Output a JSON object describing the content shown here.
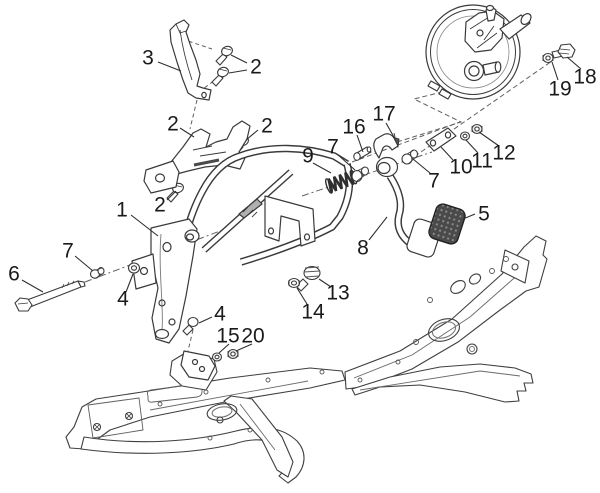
{
  "diagram": {
    "kind": "exploded-parts-diagram",
    "colors": {
      "background": "#ffffff",
      "line": "#3a3a3a",
      "label": "#1a1a1a",
      "pad_fill": "#4a4a4a"
    },
    "callouts": [
      {
        "label": "3"
      },
      {
        "label": "2"
      },
      {
        "label": "2"
      },
      {
        "label": "2"
      },
      {
        "label": "2"
      },
      {
        "label": "1"
      },
      {
        "label": "7"
      },
      {
        "label": "6"
      },
      {
        "label": "4"
      },
      {
        "label": "4"
      },
      {
        "label": "15"
      },
      {
        "label": "20"
      },
      {
        "label": "9"
      },
      {
        "label": "7"
      },
      {
        "label": "16"
      },
      {
        "label": "17"
      },
      {
        "label": "7"
      },
      {
        "label": "10"
      },
      {
        "label": "11"
      },
      {
        "label": "12"
      },
      {
        "label": "5"
      },
      {
        "label": "8"
      },
      {
        "label": "13"
      },
      {
        "label": "14"
      },
      {
        "label": "19"
      },
      {
        "label": "18"
      }
    ]
  }
}
